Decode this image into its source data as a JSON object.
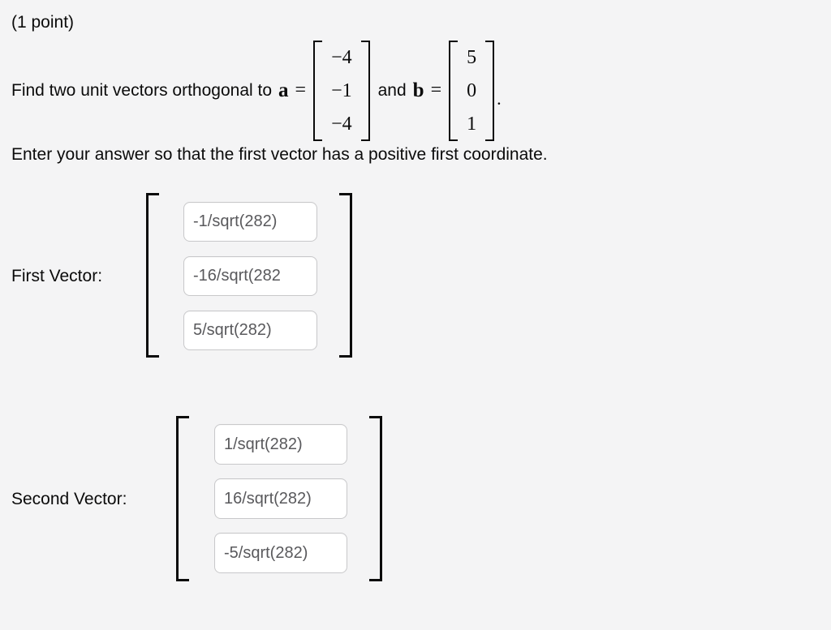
{
  "points_label": "(1 point)",
  "problem": {
    "lead_text": "Find two unit vectors orthogonal to",
    "vector_a_name": "a",
    "equals_sign": "=",
    "vector_a": [
      "−4",
      "−1",
      "−4"
    ],
    "conjunction": "and",
    "vector_b_name": "b",
    "vector_b": [
      "5",
      "0",
      "1"
    ],
    "period": ".",
    "instruction": "Enter your answer so that the first vector has a positive first coordinate."
  },
  "first_vector": {
    "label": "First Vector:",
    "entries": [
      "-1/sqrt(282)",
      "-16/sqrt(282",
      "5/sqrt(282)"
    ]
  },
  "second_vector": {
    "label": "Second Vector:",
    "entries": [
      "1/sqrt(282)",
      "16/sqrt(282)",
      "-5/sqrt(282)"
    ]
  },
  "colors": {
    "background": "#f4f4f5",
    "input_border": "#c8c8ca",
    "input_text": "#59595c",
    "bracket": "#0b0b0b"
  }
}
